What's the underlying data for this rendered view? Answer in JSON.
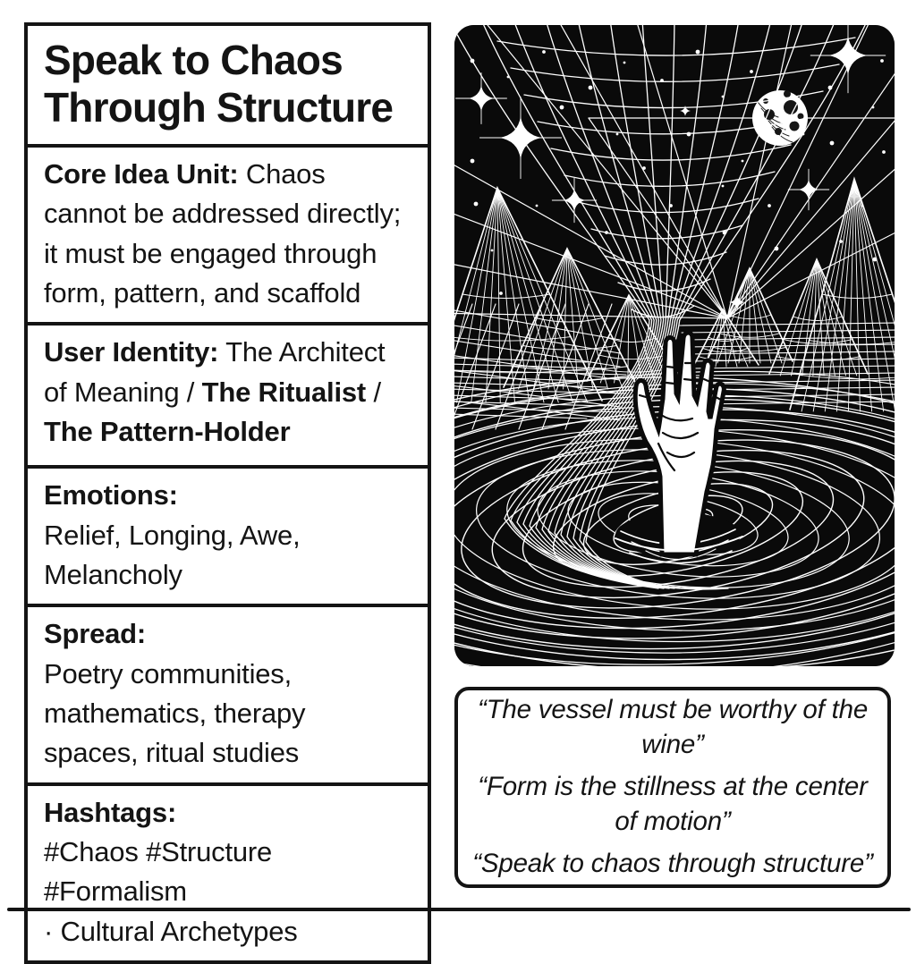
{
  "title": "Speak to Chaos Through Structure",
  "sections": [
    {
      "id": "core-idea",
      "lines": [
        [
          {
            "t": "Core Idea Unit:",
            "b": 1
          },
          {
            "t": " Chaos",
            "b": 0
          }
        ],
        [
          {
            "t": "cannot be addressed directly;",
            "b": 0
          }
        ],
        [
          {
            "t": "it must be engaged through",
            "b": 0
          }
        ],
        [
          {
            "t": "form, pattern, and scaffold",
            "b": 0
          }
        ]
      ]
    },
    {
      "id": "user-identity",
      "lines": [
        [
          {
            "t": "User Identity:",
            "b": 1
          },
          {
            "t": " The Architect",
            "b": 0
          }
        ],
        [
          {
            "t": "of Meaning / ",
            "b": 0
          },
          {
            "t": "The Ritualist",
            "b": 1
          },
          {
            "t": " /",
            "b": 0
          }
        ],
        [
          {
            "t": "The Pattern-Holder",
            "b": 1
          }
        ]
      ]
    },
    {
      "id": "emotions",
      "lines": [
        [
          {
            "t": "Emotions:",
            "b": 1
          }
        ],
        [
          {
            "t": "Relief, Longing, Awe,",
            "b": 0
          }
        ],
        [
          {
            "t": "Melancholy",
            "b": 0
          }
        ]
      ]
    },
    {
      "id": "spread",
      "lines": [
        [
          {
            "t": "Spread:",
            "b": 1
          }
        ],
        [
          {
            "t": "Poetry communities,",
            "b": 0
          }
        ],
        [
          {
            "t": "mathematics, therapy",
            "b": 0
          }
        ],
        [
          {
            "t": "spaces, ritual studies",
            "b": 0
          }
        ]
      ]
    },
    {
      "id": "hashtags",
      "lines": [
        [
          {
            "t": "Hashtags:",
            "b": 1
          }
        ],
        [
          {
            "t": "#Chaos #Structure",
            "b": 0
          }
        ],
        [
          {
            "t": "#Formalism",
            "b": 0
          }
        ],
        [
          {
            "t": "· Cultural Archetypes",
            "b": 0
          }
        ]
      ]
    }
  ],
  "quotes": {
    "items": [
      "“The vessel must be worthy of the wine”",
      "“Form is the stillness at the center of motion”",
      "“Speak to chaos through structure”"
    ]
  },
  "colors": {
    "background": "#ffffff",
    "ink": "#141414",
    "art_background": "#0a0a0a",
    "art_line": "#ffffff"
  }
}
